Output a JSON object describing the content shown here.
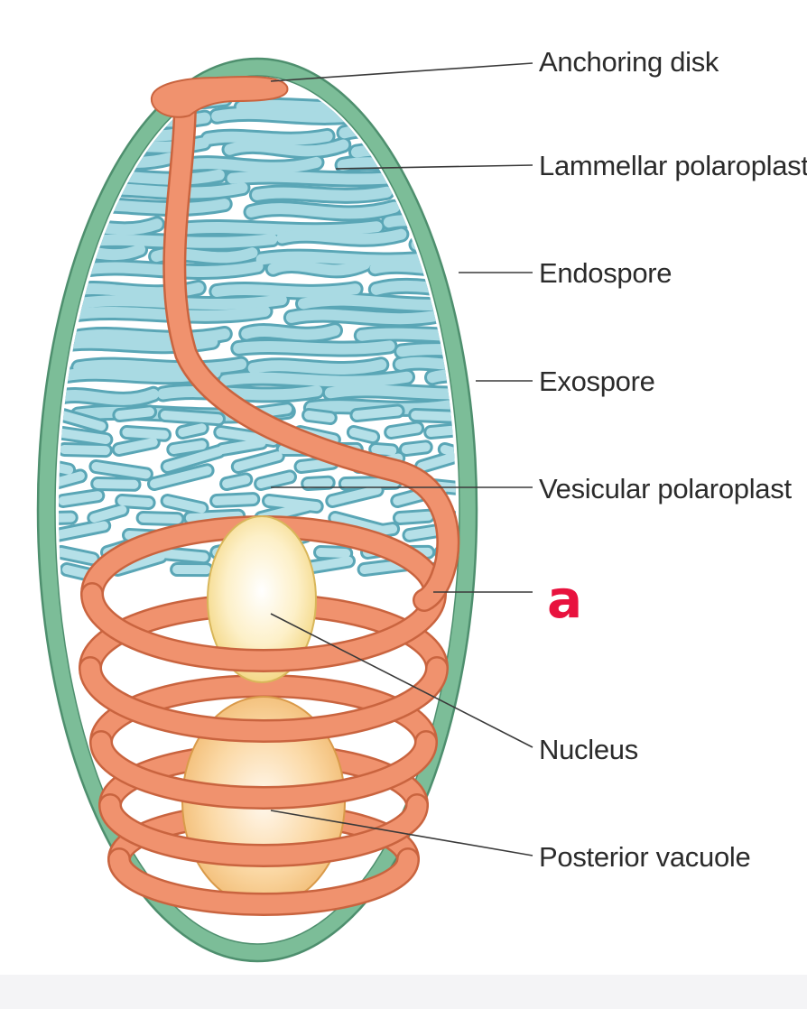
{
  "labels": {
    "anchoring_disk": "Anchoring disk",
    "lamellar_polaroplast": "Lammellar polaroplast",
    "endospore": "Endospore",
    "exospore": "Exospore",
    "vesicular_polaroplast": "Vesicular polaroplast",
    "polar_filament_marker": "a",
    "nucleus": "Nucleus",
    "posterior_vacuole": "Posterior vacuole"
  },
  "colors": {
    "exospore": "#7cbd98",
    "endospore": "#ffffff",
    "polaroplast": "#8ccbd6",
    "polaroplast_edge": "#5aa6b6",
    "polar_filament": "#f0926e",
    "polar_filament_edge": "#c9643f",
    "nucleus": "#fbe3a0",
    "posterior_vacuole": "#f6c27a",
    "marker": "#e8123e"
  }
}
